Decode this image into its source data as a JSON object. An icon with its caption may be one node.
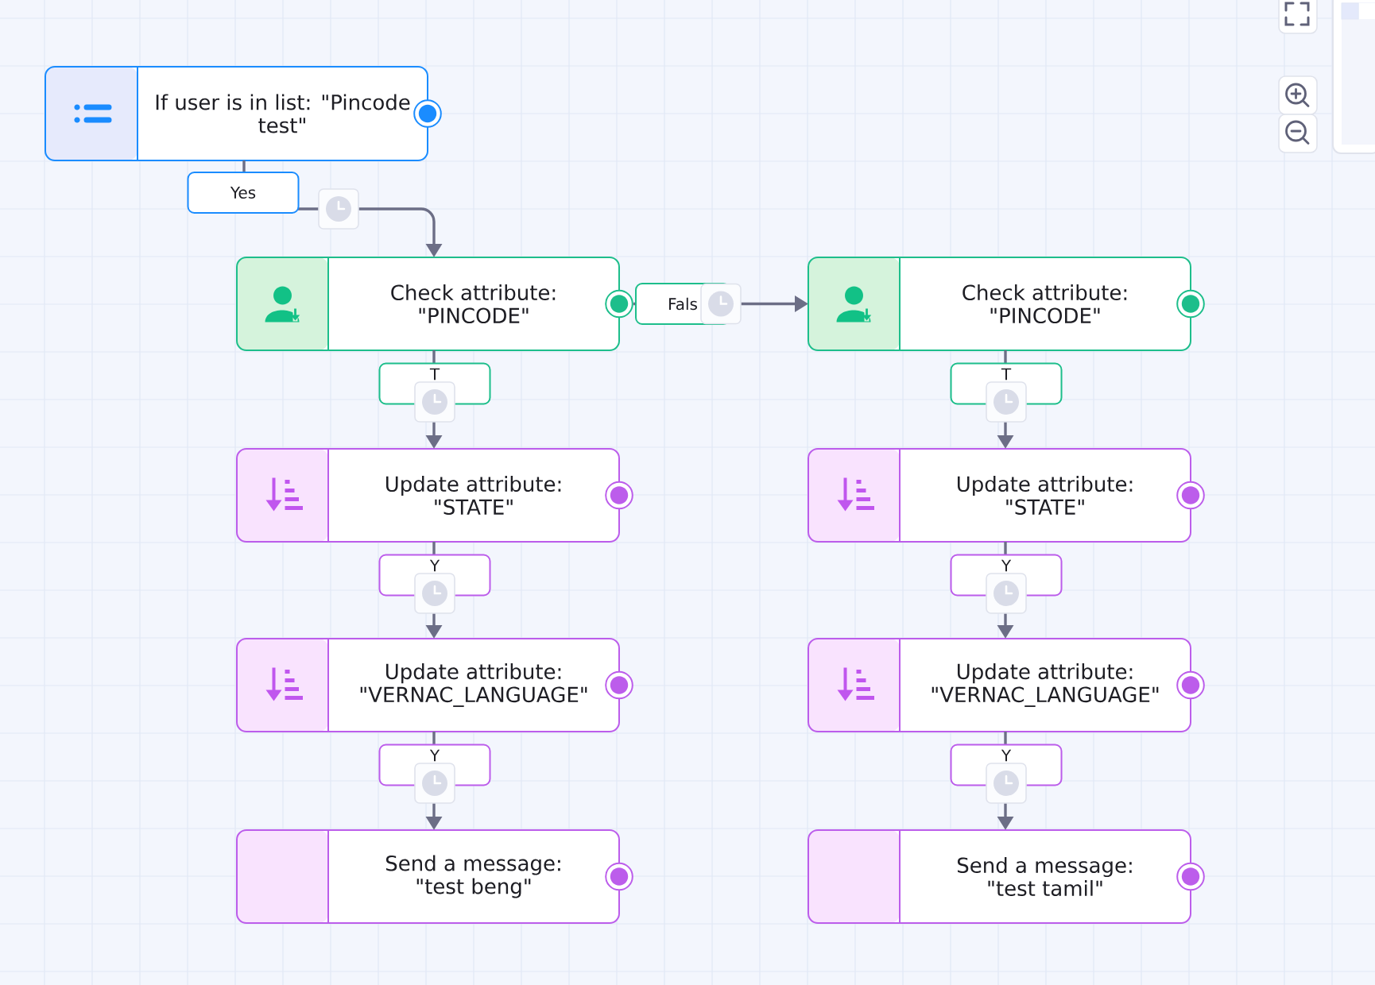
{
  "diagram": {
    "nodes": [
      {
        "text": [
          "If user is in list: \"Pincode test\""
        ]
      },
      {
        "text": [
          "Check attribute: \"PINCODE\""
        ]
      },
      {
        "text": [
          "Check attribute: \"PINCODE\""
        ]
      },
      {
        "text": [
          "Update attribute: \"STATE\""
        ]
      },
      {
        "text": [
          "Update attribute: \"STATE\""
        ]
      },
      {
        "text": [
          "Update attribute: \"VERNAC_LANGUAGE\""
        ]
      },
      {
        "text": [
          "Update attribute: \"VERNAC_LANGUAGE\""
        ]
      },
      {
        "text": [
          "Send a message: \"test beng\""
        ]
      },
      {
        "text": [
          "Send a message: \"test tamil\""
        ]
      }
    ],
    "edges": [
      {
        "from": 0,
        "to": 1,
        "arrow": "to",
        "label": "Yes"
      },
      {
        "from": 1,
        "to": 2,
        "arrow": "to",
        "label": "Fals"
      },
      {
        "from": 1,
        "to": 3,
        "arrow": "to",
        "label": "T"
      },
      {
        "from": 2,
        "to": 4,
        "arrow": "to",
        "label": "T"
      },
      {
        "from": 3,
        "to": 5,
        "arrow": "to",
        "label": "Y"
      },
      {
        "from": 4,
        "to": 6,
        "arrow": "to",
        "label": "Y"
      },
      {
        "from": 5,
        "to": 7,
        "arrow": "to",
        "label": "Y"
      },
      {
        "from": 6,
        "to": 8,
        "arrow": "to",
        "label": "Y"
      }
    ]
  }
}
